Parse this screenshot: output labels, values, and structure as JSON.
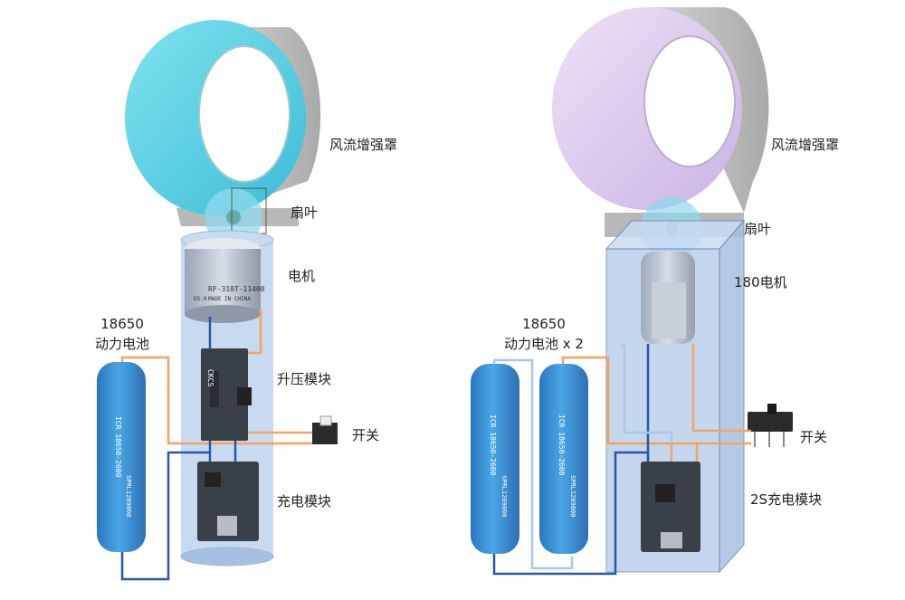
{
  "left": {
    "labels": {
      "shroud": "风流增强罩",
      "fan": "扇叶",
      "motor": "电机",
      "battery_line1": "18650",
      "battery_line2": "动力电池",
      "boost": "升压模块",
      "switch": "开关",
      "charger": "充电模块"
    },
    "motor_text": {
      "model": "RF-310T-11400",
      "made": "MADE IN CHINA",
      "code": "D5.9"
    },
    "board_text": {
      "brand": "CKCS"
    }
  },
  "right": {
    "labels": {
      "shroud": "风流增强罩",
      "fan": "扇叶",
      "motor": "180电机",
      "battery_line1": "18650",
      "battery_line2": "动力电池 x 2",
      "switch": "开关",
      "charger": "2S充电模块"
    }
  },
  "battery_text": {
    "spec": "ICR 18650-2600",
    "code": "SPRL1209000"
  },
  "colors": {
    "shroud_left_inner": "#5fd3e6",
    "shroud_right_inner": "#e3cdf2",
    "shroud_outer": "#c8c8c8",
    "housing": "#b6cdea",
    "battery": "#3a8fd6",
    "wire_orange": "#f3a45f",
    "wire_blue": "#2a56a8",
    "pcb": "#3a4048"
  }
}
